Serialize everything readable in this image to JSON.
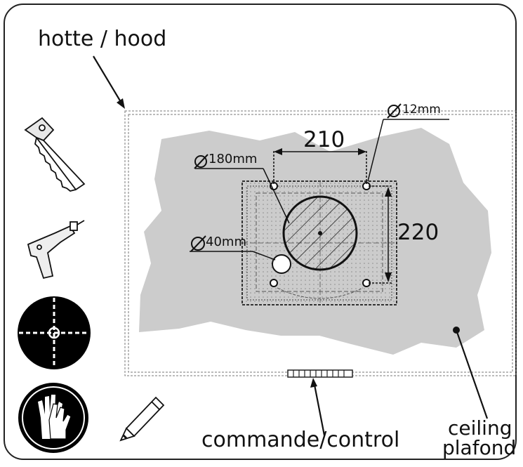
{
  "labels": {
    "hood": "hotte / hood",
    "control": "commande/control",
    "ceiling": "ceiling",
    "plafond": "plafond"
  },
  "dimensions": {
    "width": "210",
    "height": "220",
    "duct_diameter": "180mm",
    "small_hole_diameter": "40mm",
    "screw_hole_diameter": "12mm"
  },
  "icons": [
    "saw-icon",
    "drill-icon",
    "template-target-icon",
    "gloves-icon",
    "pencil-icon"
  ]
}
